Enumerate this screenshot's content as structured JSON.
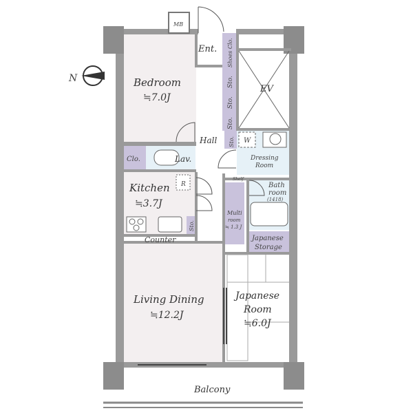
{
  "colors": {
    "wall": "#9a9a9a",
    "wall_dark": "#7a7a7a",
    "room_pink": "#f3eff0",
    "room_blue": "#e6f1f7",
    "room_purple": "#c9c2dc",
    "room_white": "#ffffff",
    "line": "#555555"
  },
  "labels": {
    "mb": "MB",
    "ent": "Ent.",
    "shoes": "Shoes Clo.",
    "sto": "Sto.",
    "ev": "EV",
    "bedroom": "Bedroom",
    "bedroom_size": "≒7.0J",
    "hall": "Hall",
    "w": "W",
    "dressing_1": "Dressing",
    "dressing_2": "Room",
    "clo": "Clo.",
    "lav": "Lav.",
    "kitchen": "Kitchen",
    "kitchen_size": "≒3.7J",
    "r": "R",
    "shelf": "Shelf",
    "bath_1": "Bath",
    "bath_2": "room",
    "bath_3": "(1418)",
    "multi_1": "Multi",
    "multi_2": "room",
    "multi_3": "≒ 1.3 J",
    "japanese_storage_1": "Japanese",
    "japanese_storage_2": "Storage",
    "counter": "Counter",
    "living": "Living Dining",
    "living_size": "≒12.2J",
    "japanese_room_1": "Japanese",
    "japanese_room_2": "Room",
    "japanese_room_size": "≒6.0J",
    "balcony": "Balcony",
    "north": "N"
  }
}
